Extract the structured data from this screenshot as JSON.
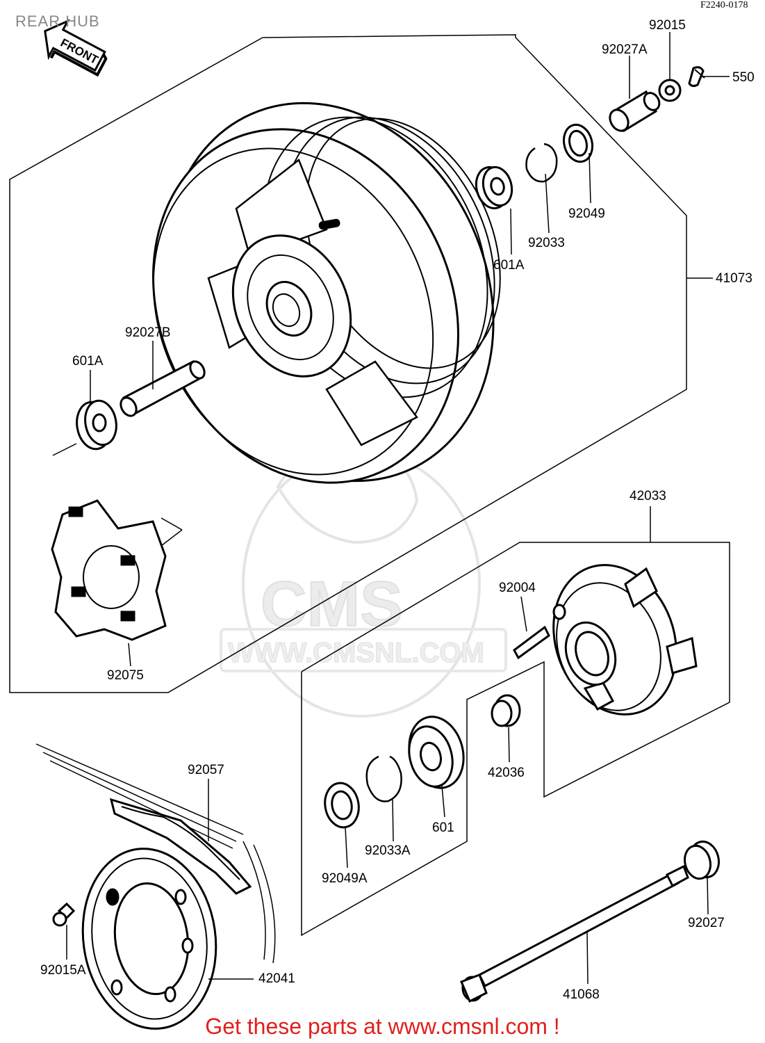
{
  "title": "REAR HUB",
  "diagram_code": "F2240-0178",
  "front_arrow_label": "FRONT",
  "watermark": {
    "brand": "CMS",
    "url": "WWW.CMSNL.COM"
  },
  "footer": {
    "cta": "Get these parts at www.cmsnl.com !"
  },
  "footer_color": "#e0201b",
  "parts": {
    "p92015": "92015",
    "p92027A": "92027A",
    "p550": "550",
    "p92049": "92049",
    "p92033": "92033",
    "p601A_top": "601A",
    "p41073": "41073",
    "p92027B": "92027B",
    "p601A_left": "601A",
    "p92075": "92075",
    "p42033": "42033",
    "p92004": "92004",
    "p42036": "42036",
    "p601": "601",
    "p92057": "92057",
    "p92033A": "92033A",
    "p92049A": "92049A",
    "p92027": "92027",
    "p92015A": "92015A",
    "p42041": "42041",
    "p41068": "41068"
  }
}
